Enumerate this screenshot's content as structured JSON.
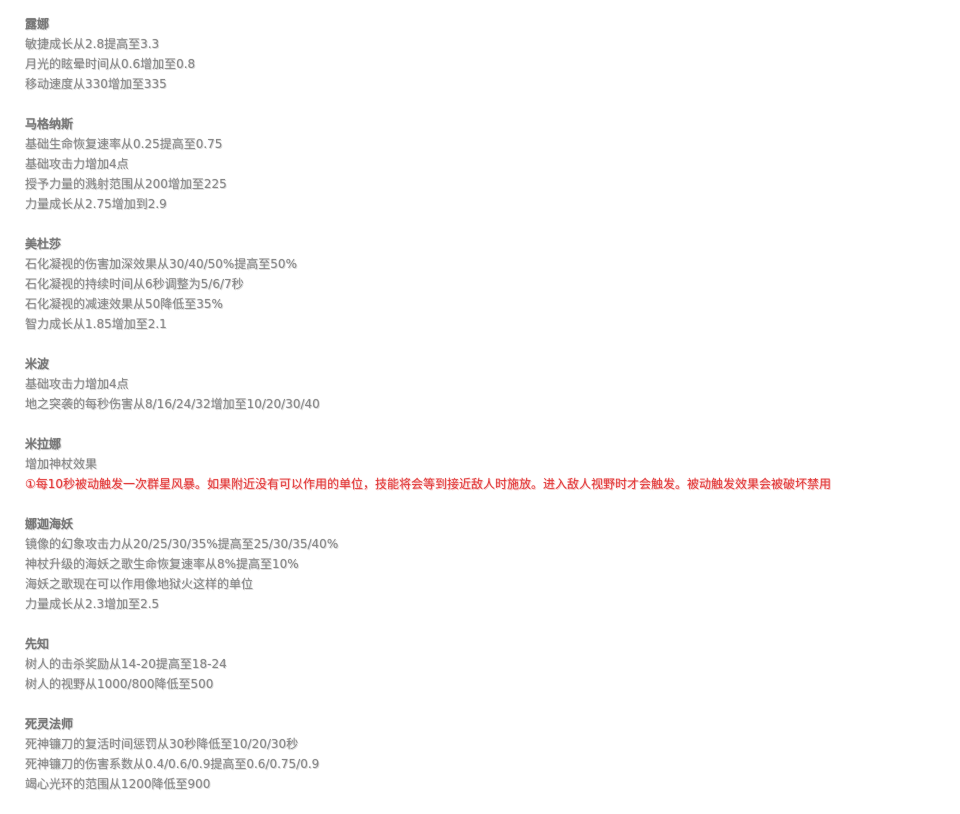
{
  "sections": [
    {
      "hero": "露娜",
      "lines": [
        "敏捷成长从2.8提高至3.3",
        "月光的眩晕时间从0.6增加至0.8",
        "移动速度从330增加至335"
      ]
    },
    {
      "hero": "马格纳斯",
      "lines": [
        "基础生命恢复速率从0.25提高至0.75",
        "基础攻击力增加4点",
        "授予力量的溅射范围从200增加至225",
        "力量成长从2.75增加到2.9"
      ]
    },
    {
      "hero": "美杜莎",
      "lines": [
        "石化凝视的伤害加深效果从30/40/50%提高至50%",
        "石化凝视的持续时间从6秒调整为5/6/7秒",
        "石化凝视的减速效果从50降低至35%",
        "智力成长从1.85增加至2.1"
      ]
    },
    {
      "hero": "米波",
      "lines": [
        "基础攻击力增加4点",
        "地之突袭的每秒伤害从8/16/24/32增加至10/20/30/40"
      ]
    },
    {
      "hero": "米拉娜",
      "lines": [
        "增加神杖效果"
      ],
      "note": "①每10秒被动触发一次群星风暴。如果附近没有可以作用的单位，技能将会等到接近敌人时施放。进入敌人视野时才会触发。被动触发效果会被破坏禁用"
    },
    {
      "hero": "娜迦海妖",
      "lines": [
        "镜像的幻象攻击力从20/25/30/35%提高至25/30/35/40%",
        "神杖升级的海妖之歌生命恢复速率从8%提高至10%",
        "海妖之歌现在可以作用像地狱火这样的单位",
        "力量成长从2.3增加至2.5"
      ]
    },
    {
      "hero": "先知",
      "lines": [
        "树人的击杀奖励从14-20提高至18-24",
        "树人的视野从1000/800降低至500"
      ]
    },
    {
      "hero": "死灵法师",
      "lines": [
        "死神镰刀的复活时间惩罚从30秒降低至10/20/30秒",
        "死神镰刀的伤害系数从0.4/0.6/0.9提高至0.6/0.75/0.9",
        "竭心光环的范围从1200降低至900"
      ]
    }
  ]
}
